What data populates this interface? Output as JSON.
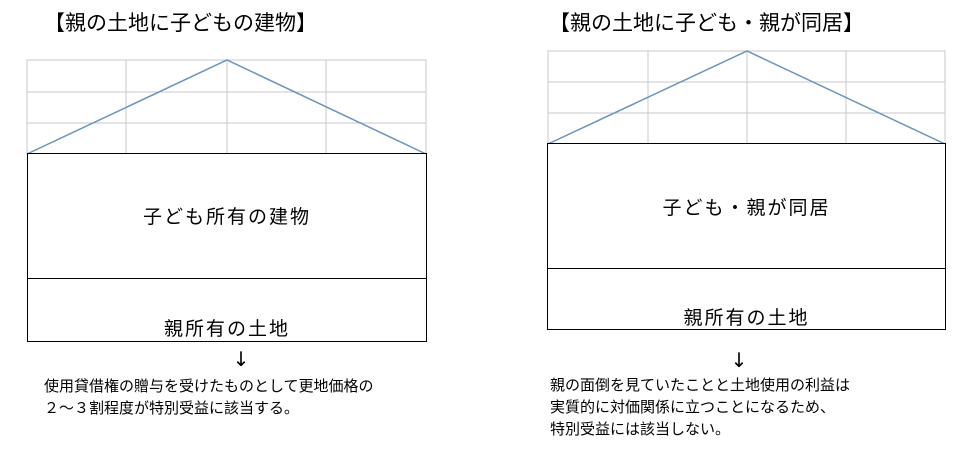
{
  "left": {
    "title": "【親の土地に子どもの建物】",
    "building_label": "子ども所有の建物",
    "land_label": "親所有の土地",
    "arrow": "↓",
    "note_lines": [
      "使用貸借権の贈与を受けたものとして更地価格の",
      "２～３割程度が特別受益に該当する。"
    ]
  },
  "right": {
    "title": "【親の土地に子ども・親が同居】",
    "building_label": "子ども・親が同居",
    "land_label": "親所有の土地",
    "arrow": "↓",
    "note_lines": [
      "親の面倒を見ていたことと土地使用の利益は",
      "実質的に対価関係に立つことになるため、",
      "特別受益には該当しない。"
    ]
  },
  "colors": {
    "roof_line": "#6b93bd",
    "grid_line": "#c8c8c8",
    "box_border": "#000000"
  }
}
